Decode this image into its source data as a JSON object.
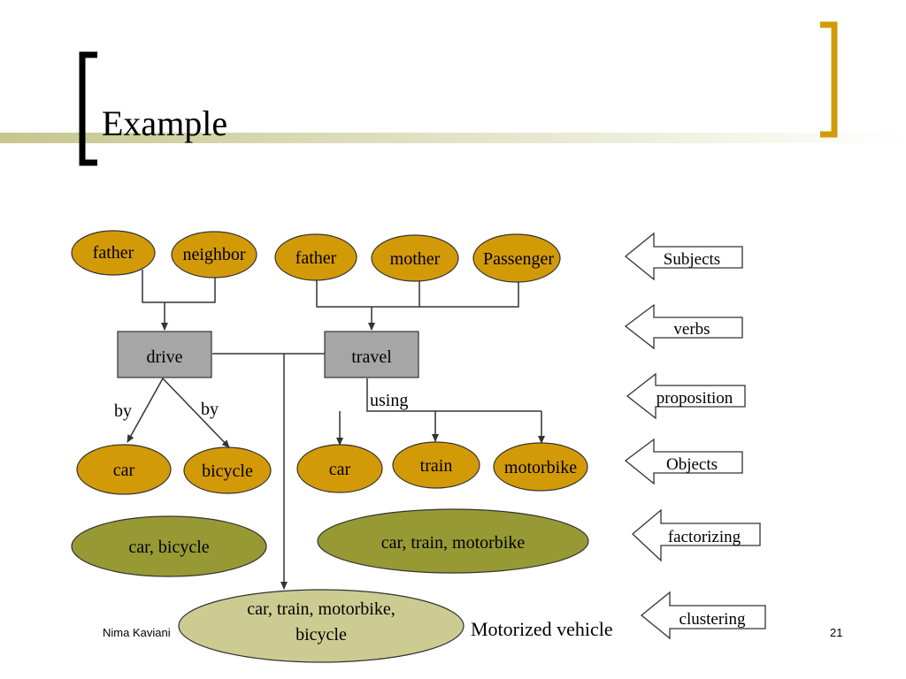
{
  "slide": {
    "title": "Example",
    "footer_author": "Nima Kaviani",
    "page_number": "21"
  },
  "colors": {
    "gold": "#d39a08",
    "olive": "#979a34",
    "pale_olive": "#cccb92",
    "box_gray": "#a6a6a6",
    "bracket_black": "#000000",
    "bracket_gold": "#d39a08",
    "band": "#c8c89a"
  },
  "diagram": {
    "subjects_drive": [
      "father",
      "neighbor"
    ],
    "subjects_travel": [
      "father",
      "mother",
      "Passenger"
    ],
    "verbs": [
      "drive",
      "travel"
    ],
    "edge_labels": {
      "drive_left": "by",
      "drive_right": "by",
      "travel": "using"
    },
    "objects_drive": [
      "car",
      "bicycle"
    ],
    "objects_travel": [
      "car",
      "train",
      "motorbike"
    ],
    "factor_drive": "car, bicycle",
    "factor_travel": "car, train, motorbike",
    "cluster_line1": "car, train, motorbike,",
    "cluster_line2": "bicycle",
    "cluster_label": "Motorized vehicle"
  },
  "legend": [
    "Subjects",
    "verbs",
    "proposition",
    "Objects",
    "factorizing",
    "clustering"
  ]
}
